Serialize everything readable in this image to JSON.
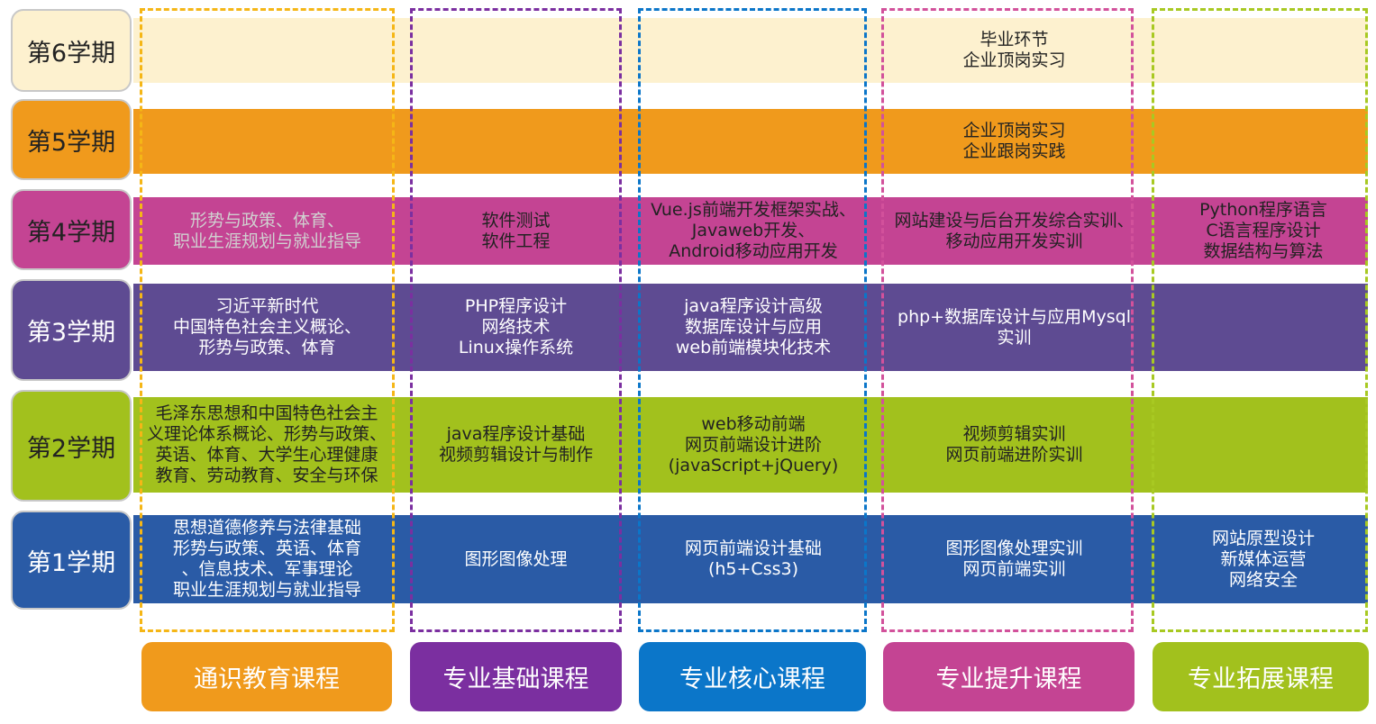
{
  "colors": {
    "s6": "#fdf1cf",
    "s5": "#f09a1c",
    "s4": "#c44493",
    "s3": "#5e4b92",
    "s2": "#a2c11d",
    "s1": "#2a5ba6"
  },
  "semesters": [
    {
      "id": "s6",
      "label": "第6学期",
      "cells": [
        "",
        "",
        "",
        "毕业环节\n企业顶岗实习",
        ""
      ]
    },
    {
      "id": "s5",
      "label": "第5学期",
      "cells": [
        "",
        "",
        "",
        "企业顶岗实习\n企业跟岗实践",
        ""
      ]
    },
    {
      "id": "s4",
      "label": "第4学期",
      "cells": [
        "形势与政策、体育、\n职业生涯规划与就业指导",
        "软件测试\n软件工程",
        "Vue.js前端开发框架实战、\nJavaweb开发、\nAndroid移动应用开发",
        "网站建设与后台开发综合实训、\n移动应用开发实训",
        "Python程序语言\nC语言程序设计\n数据结构与算法"
      ]
    },
    {
      "id": "s3",
      "label": "第3学期",
      "cells": [
        "习近平新时代\n中国特色社会主义概论、\n形势与政策、体育",
        "PHP程序设计\n网络技术\nLinux操作系统",
        "java程序设计高级\n数据库设计与应用\nweb前端模块化技术",
        "php+数据库设计与应用Mysql\n实训",
        ""
      ]
    },
    {
      "id": "s2",
      "label": "第2学期",
      "cells": [
        "毛泽东思想和中国特色社会主\n义理论体系概论、形势与政策、\n英语、体育、大学生心理健康\n教育、劳动教育、安全与环保",
        "java程序设计基础\n视频剪辑设计与制作",
        "web移动前端\n网页前端设计进阶\n(javaScript+jQuery)",
        "视频剪辑实训\n网页前端进阶实训",
        ""
      ]
    },
    {
      "id": "s1",
      "label": "第1学期",
      "cells": [
        "思想道德修养与法律基础\n形势与政策、英语、体育\n、信息技术、军事理论\n职业生涯规划与就业指导",
        "图形图像处理",
        "网页前端设计基础\n(h5+Css3)",
        "图形图像处理实训\n网页前端实训",
        "网站原型设计\n新媒体运营\n网络安全"
      ]
    }
  ],
  "categories": [
    {
      "label": "通识教育课程",
      "color": "#f09a1c",
      "border": "#f5b616"
    },
    {
      "label": "专业基础课程",
      "color": "#7b2fa0",
      "border": "#7b2fa0"
    },
    {
      "label": "专业核心课程",
      "color": "#0b76c9",
      "border": "#0b76c9"
    },
    {
      "label": "专业提升课程",
      "color": "#c44493",
      "border": "#d2519b"
    },
    {
      "label": "专业拓展课程",
      "color": "#a2c11d",
      "border": "#a8c922"
    }
  ]
}
